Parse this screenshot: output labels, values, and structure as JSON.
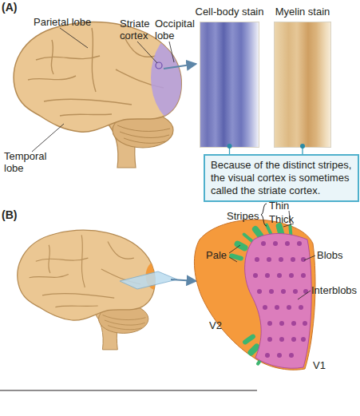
{
  "diagram": {
    "nodes": [
      {
        "text": [
          "Cell-body stain"
        ]
      },
      {
        "text": [
          "Myelin stain"
        ]
      },
      {
        "text": [
          "Because of the distinct stripes, the visual cortex is sometimes called the striate cortex."
        ]
      }
    ],
    "edges": [
      {
        "from": 2,
        "to": 0,
        "arrow": "none"
      },
      {
        "from": 2,
        "to": 1,
        "arrow": "none"
      }
    ],
    "labels": [
      "(A)",
      "Parietal lobe",
      "Striate cortex",
      "Occipital lobe",
      "Temporal lobe",
      "(B)",
      "Stripes",
      "Thin",
      "Thick",
      "Pale",
      "Blobs",
      "Interblobs",
      "V2",
      "V1"
    ]
  }
}
